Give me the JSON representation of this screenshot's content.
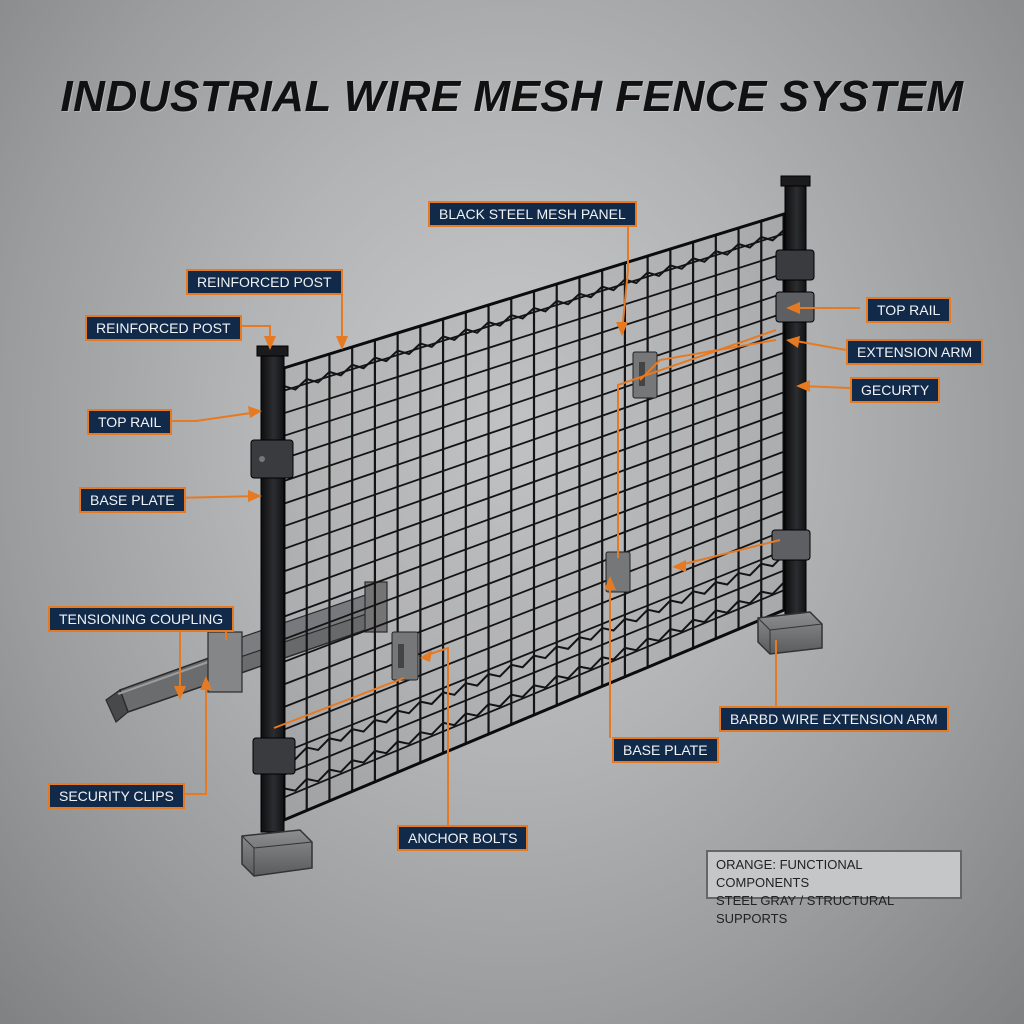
{
  "title": "INDUSTRIAL WIRE MESH FENCE SYSTEM",
  "callouts": {
    "black_steel_mesh_panel": "BLACK STEEL MESH PANEL",
    "reinforced_post_1": "REINFORCED POST",
    "reinforced_post_2": "REINFORCED POST",
    "top_rail_left": "TOP RAIL",
    "base_plate_left": "BASE PLATE",
    "tensioning_coupling": "TENSIONING COUPLING",
    "security_clips": "SECURITY CLIPS",
    "anchor_bolts": "ANCHOR BOLTS",
    "base_plate_center": "BASE PLATE",
    "top_rail_right": "TOP RAIL",
    "extension_arm": "EXTENSION ARM",
    "gecurty": "GECURTY",
    "barbd_wire_extension_arm": "BARBD WIRE EXTENSION ARM"
  },
  "legend": {
    "line1": "ORANGE: FUNCTIONAL COMPONENTS",
    "line2": "STEEL GRAY / STRUCTURAL SUPPORTS"
  },
  "colors": {
    "accent": "#e67a22",
    "label_bg": "#122a4a",
    "steel": "#1c1c1e"
  }
}
